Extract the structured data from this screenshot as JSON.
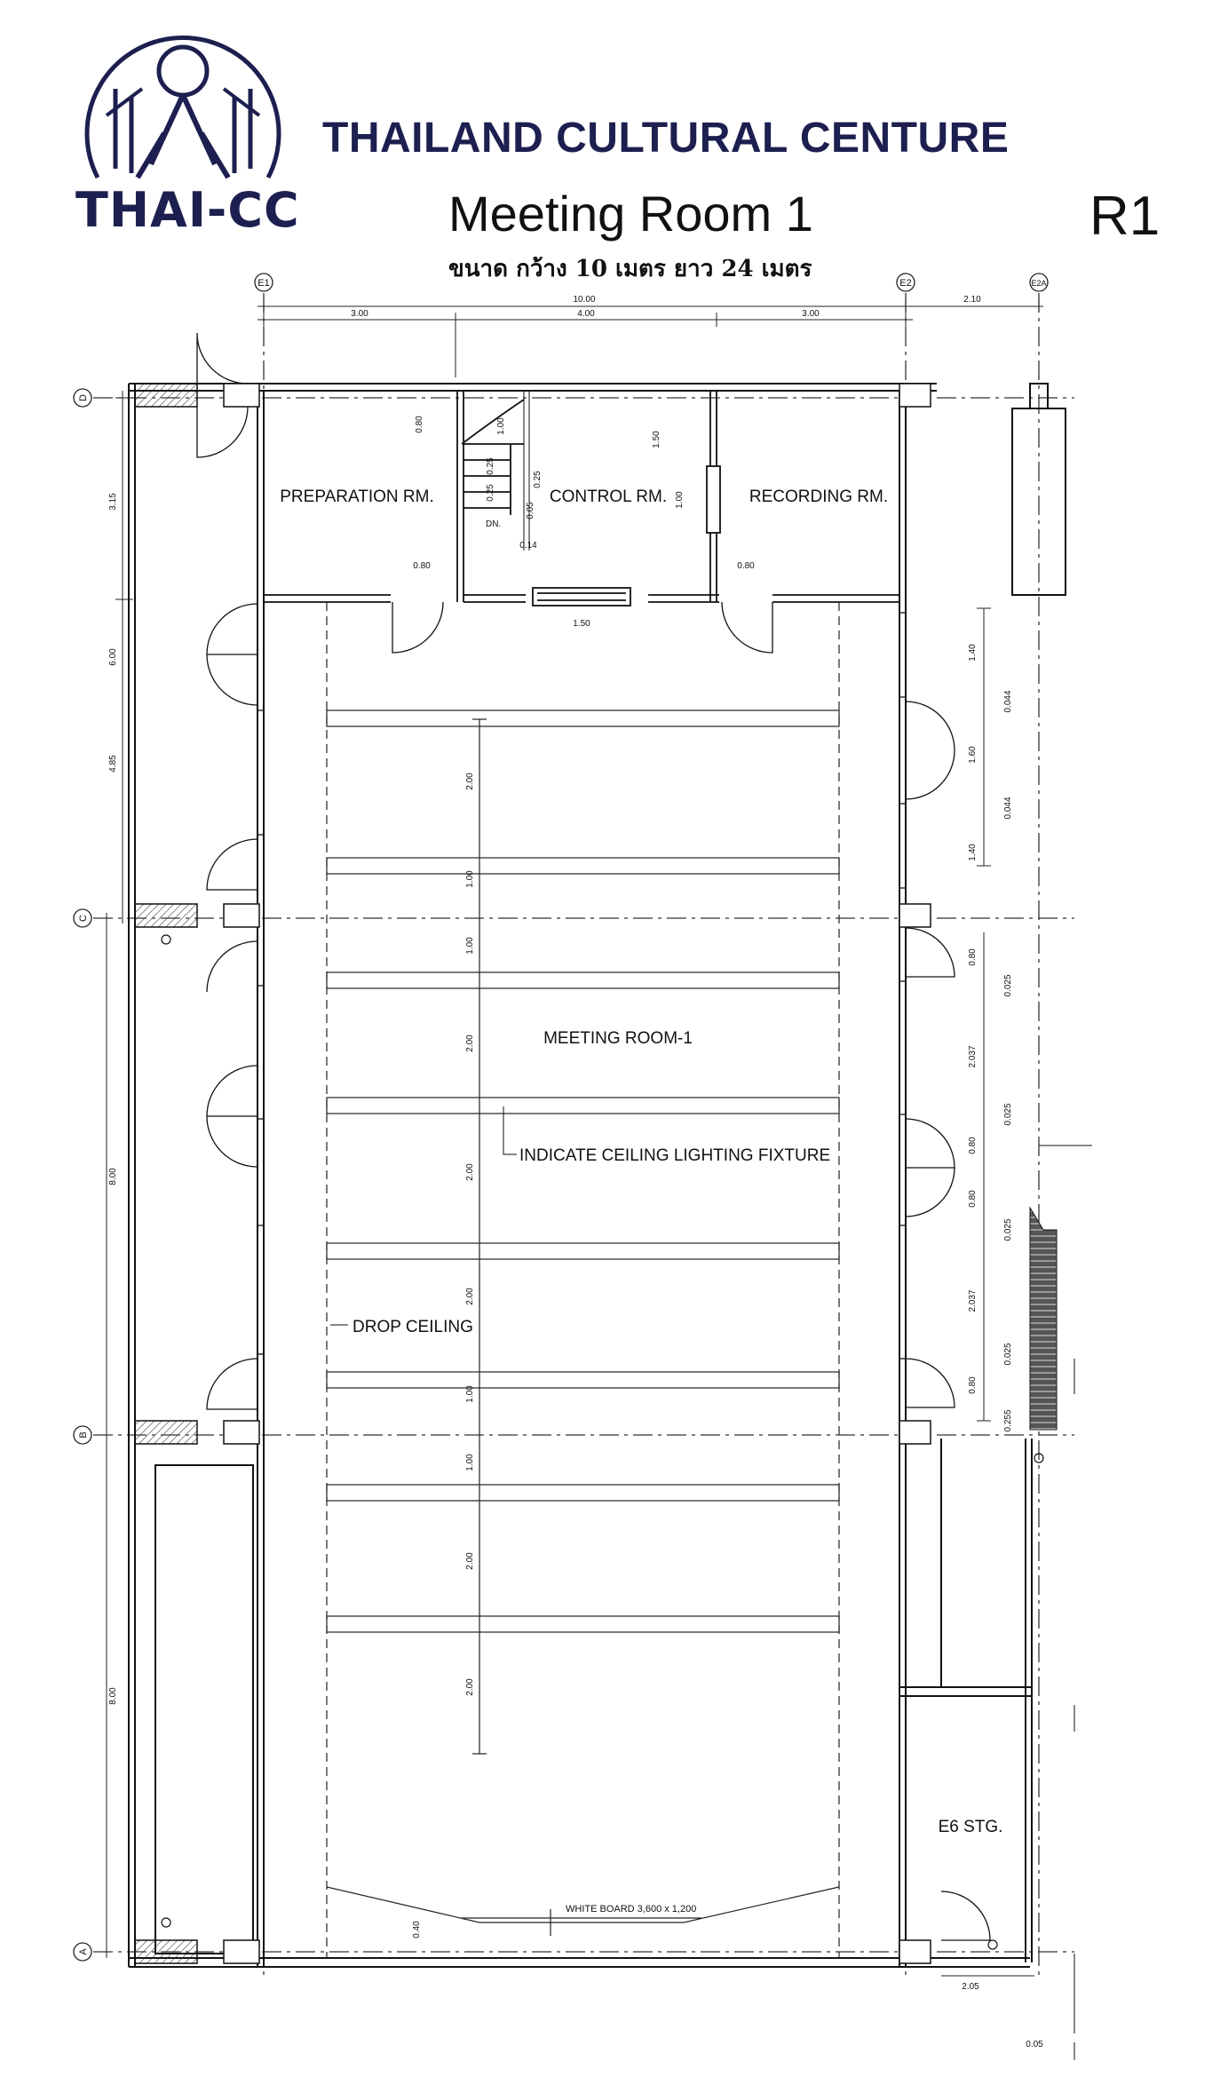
{
  "header": {
    "logo_text": "THAI-CC",
    "title": "THAILAND CULTURAL CENTURE",
    "room_title": "Meeting Room 1",
    "room_code": "R1",
    "size_note": "ขนาด กว้าง  10 เมตร ยาว 24 เมตร"
  },
  "grid": {
    "e1": "E1",
    "e2": "E2",
    "e2a": "E2A",
    "a": "A",
    "b": "B",
    "c": "C",
    "d": "D"
  },
  "rooms": {
    "preparation": "PREPARATION RM.",
    "control": "CONTROL RM.",
    "recording": "RECORDING RM.",
    "meeting": "MEETING ROOM-1",
    "storage": "E6 STG."
  },
  "notes": {
    "lighting": "INDICATE CEILING LIGHTING FIXTURE",
    "drop_ceiling": "DROP CEILING",
    "white_board": "WHITE BOARD 3,600 x 1,200",
    "dn": "DN."
  },
  "dims": {
    "top_total": "10.00",
    "top_side": "2.10",
    "top_a": "3.00",
    "top_b": "4.00",
    "top_c": "3.00",
    "left_315": "3.15",
    "left_600": "6.00",
    "left_485": "4.85",
    "left_800a": "8.00",
    "left_800b": "8.00",
    "door_080a": "0.80",
    "door_080b": "0.80",
    "door_080c": "0.80",
    "stair_100": "1.00",
    "stair_025a": "0.25",
    "stair_025b": "0.25",
    "stair_005": "0.05",
    "stair_025c": "0.25",
    "stair_014": "0.14",
    "ctrl_150v": "1.50",
    "ctrl_100v": "1.00",
    "ctrl_150h": "1.50",
    "light_1": "2.00",
    "light_2": "1.00",
    "light_3": "1.00",
    "light_4": "2.00",
    "light_5": "2.00",
    "light_6": "2.00",
    "light_7": "1.00",
    "light_8": "1.00",
    "light_9": "2.00",
    "light_10": "2.00",
    "right_140a": "1.40",
    "right_160": "1.60",
    "right_140b": "1.40",
    "right_044a": "0.044",
    "right_044b": "0.044",
    "right_080a": "0.80",
    "right_2037a": "2.037",
    "right_080b": "0.80",
    "right_080c": "0.80",
    "right_2037b": "2.037",
    "right_080d": "0.80",
    "right_025a": "0.025",
    "right_025b": "0.025",
    "right_025c": "0.025",
    "right_025d": "0.025",
    "right_0255": "0.255",
    "board_040": "0.40",
    "bottom_205": "2.05",
    "bottom_005": "0.05"
  }
}
